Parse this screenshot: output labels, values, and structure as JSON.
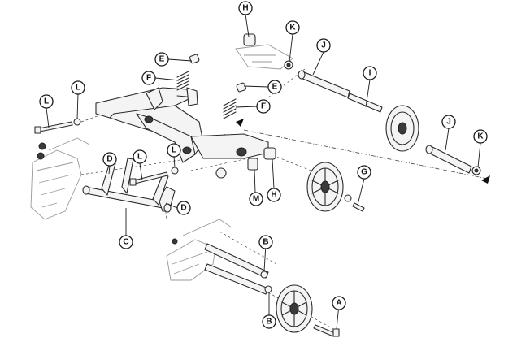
{
  "callouts": [
    {
      "id": "H1",
      "letter": "H"
    },
    {
      "id": "K1",
      "letter": "K"
    },
    {
      "id": "J1",
      "letter": "J"
    },
    {
      "id": "E1",
      "letter": "E"
    },
    {
      "id": "F1",
      "letter": "F"
    },
    {
      "id": "I1",
      "letter": "I"
    },
    {
      "id": "L1",
      "letter": "L"
    },
    {
      "id": "L2",
      "letter": "L"
    },
    {
      "id": "E2",
      "letter": "E"
    },
    {
      "id": "F2",
      "letter": "F"
    },
    {
      "id": "J2",
      "letter": "J"
    },
    {
      "id": "K2",
      "letter": "K"
    },
    {
      "id": "D1",
      "letter": "D"
    },
    {
      "id": "L3",
      "letter": "L"
    },
    {
      "id": "L4",
      "letter": "L"
    },
    {
      "id": "G1",
      "letter": "G"
    },
    {
      "id": "M1",
      "letter": "M"
    },
    {
      "id": "H2",
      "letter": "H"
    },
    {
      "id": "D2",
      "letter": "D"
    },
    {
      "id": "C1",
      "letter": "C"
    },
    {
      "id": "B1",
      "letter": "B"
    },
    {
      "id": "B2",
      "letter": "B"
    },
    {
      "id": "A1",
      "letter": "A"
    }
  ]
}
